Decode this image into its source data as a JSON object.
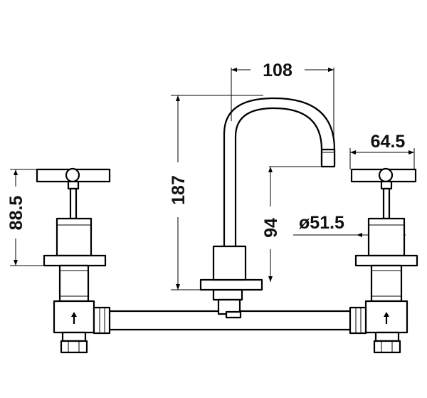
{
  "drawing": {
    "subject": "three-piece basin tap set with gooseneck spout and cross-head valve handles",
    "stroke_color": "#000000",
    "background": "#ffffff"
  },
  "dimensions": {
    "spout_reach": "108",
    "handle_width": "64.5",
    "overall_spout_height": "187",
    "spout_outlet_height": "94",
    "handle_height": "88.5",
    "flange_diameter": "ø51.5"
  }
}
